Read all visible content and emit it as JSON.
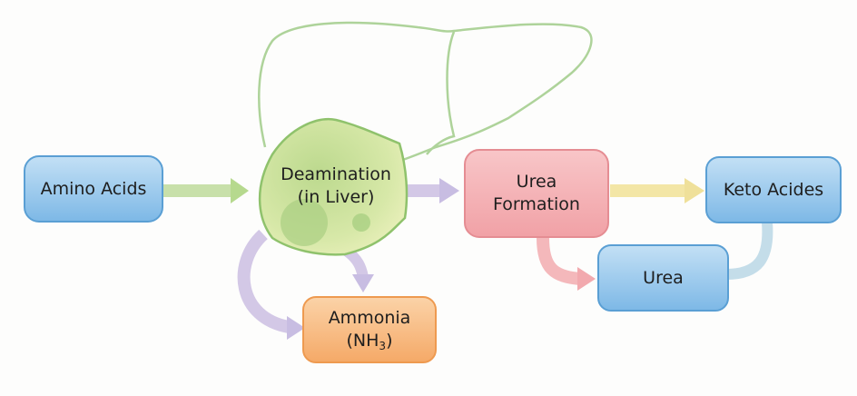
{
  "diagram": {
    "title": "Amino acid deamination and urea formation",
    "nodes": {
      "amino_acids": {
        "label": "Amino Acids",
        "color": "#8cc3ea"
      },
      "deamination": {
        "line1": "Deamination",
        "line2": "(in Liver)",
        "color": "#c9e0a0"
      },
      "ammonia": {
        "line1": "Ammonia",
        "line2_prefix": "(NH",
        "line2_sub": "3",
        "line2_suffix": ")",
        "color": "#f7b97d"
      },
      "urea_formation": {
        "line1": "Urea",
        "line2": "Formation",
        "color": "#f2a9ae"
      },
      "keto_acides": {
        "label": "Keto Acides",
        "color": "#8cc3ea"
      },
      "urea": {
        "label": "Urea",
        "color": "#8cc3ea"
      }
    },
    "edges": [
      {
        "from": "Amino Acids",
        "to": "Deamination (in Liver)",
        "color": "#c8e0aa"
      },
      {
        "from": "Deamination (in Liver)",
        "to": "Urea Formation",
        "color": "#d3c8e6"
      },
      {
        "from": "Deamination (in Liver)",
        "to": "Ammonia (NH3)",
        "color": "#d3c8e6"
      },
      {
        "from": "Urea Formation",
        "to": "Keto Acides",
        "color": "#f3e6a6"
      },
      {
        "from": "Urea Formation",
        "to": "Urea",
        "color": "#f4b8bb"
      },
      {
        "from": "Keto Acides",
        "to": "Urea",
        "color": "#c4dde9"
      }
    ],
    "liver_outline_color": "#aed39a"
  }
}
